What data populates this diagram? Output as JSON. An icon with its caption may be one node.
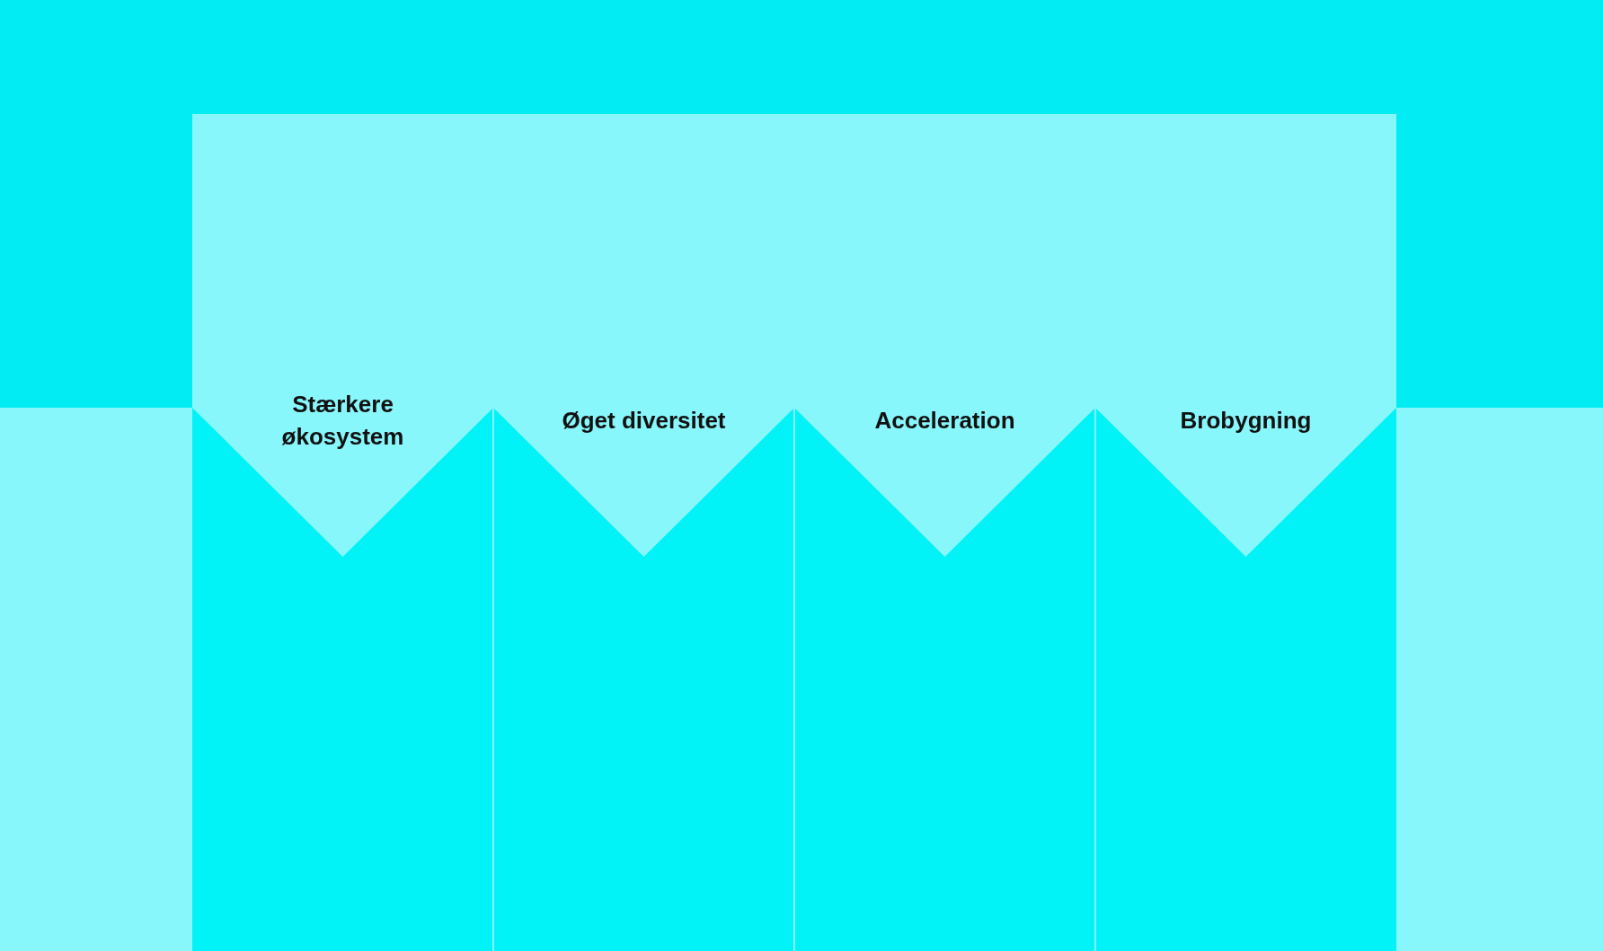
{
  "diagram": {
    "nodes": [
      {
        "text": [
          "Stærkere økosystem"
        ]
      },
      {
        "text": [
          "Øget diversitet"
        ]
      },
      {
        "text": [
          "Acceleration"
        ]
      },
      {
        "text": [
          "Brobygning"
        ]
      }
    ]
  }
}
